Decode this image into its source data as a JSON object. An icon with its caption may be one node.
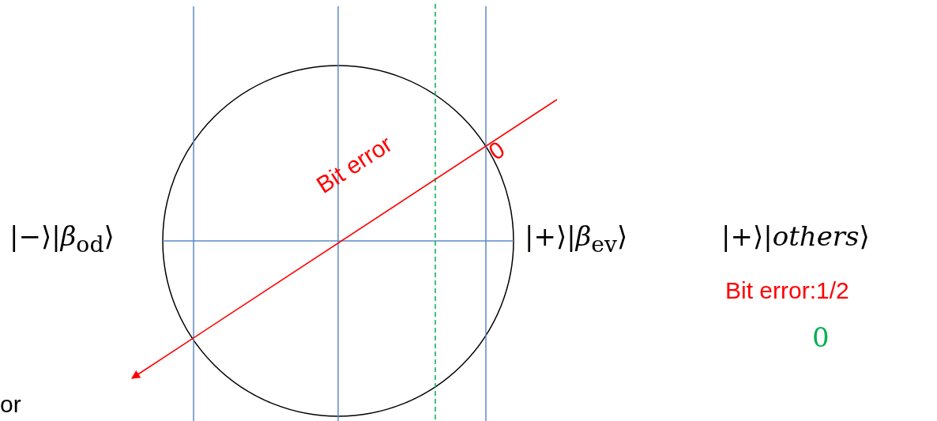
{
  "diagram": {
    "labels": [
      "0",
      "Bit error",
      "|−⟩|*β*$_{od}$⟩",
      "|+⟩|*β*$_{ev}$⟩",
      "|+⟩|*others*⟩",
      "Bit error:1/2",
      "0",
      "or"
    ]
  }
}
